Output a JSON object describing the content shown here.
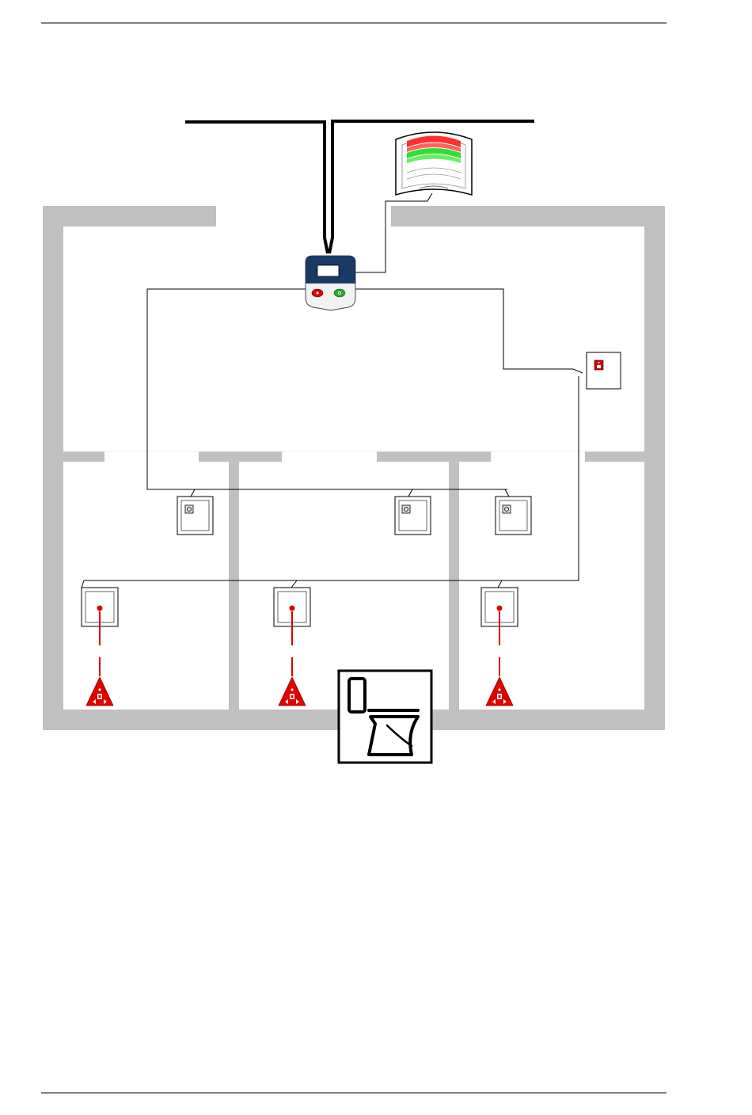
{
  "colors": {
    "wall": "#c0c0c0",
    "wire": "#000000",
    "alarm_red": "#e00000",
    "panel_navy": "#1a3a66",
    "indicator_green": "#2fa52f",
    "lamp_red": "#ff3030",
    "lamp_green": "#33dd33"
  },
  "devices": {
    "top_rule": "header-rule",
    "bottom_rule": "footer-rule",
    "control_panel": "control-panel",
    "indicator_light": "corridor-indicator-light",
    "corridor_unit": "corridor-call-unit",
    "room_reset_buttons": [
      "reset-button-room-1",
      "reset-button-room-2",
      "reset-button-room-3"
    ],
    "room_call_units": [
      "call-unit-room-1",
      "call-unit-room-2",
      "call-unit-room-3"
    ],
    "pull_cord_triangles": [
      "pull-cord-room-1",
      "pull-cord-room-2",
      "pull-cord-room-3"
    ],
    "toilet_symbol": "toilet-symbol"
  },
  "icons": {
    "control_panel": "control-panel-icon",
    "indicator_light": "signal-lamp-icon",
    "pull_cord": "warning-triangle-icon",
    "toilet": "toilet-icon",
    "reset_button": "reset-button-icon",
    "call_unit": "call-button-icon"
  }
}
